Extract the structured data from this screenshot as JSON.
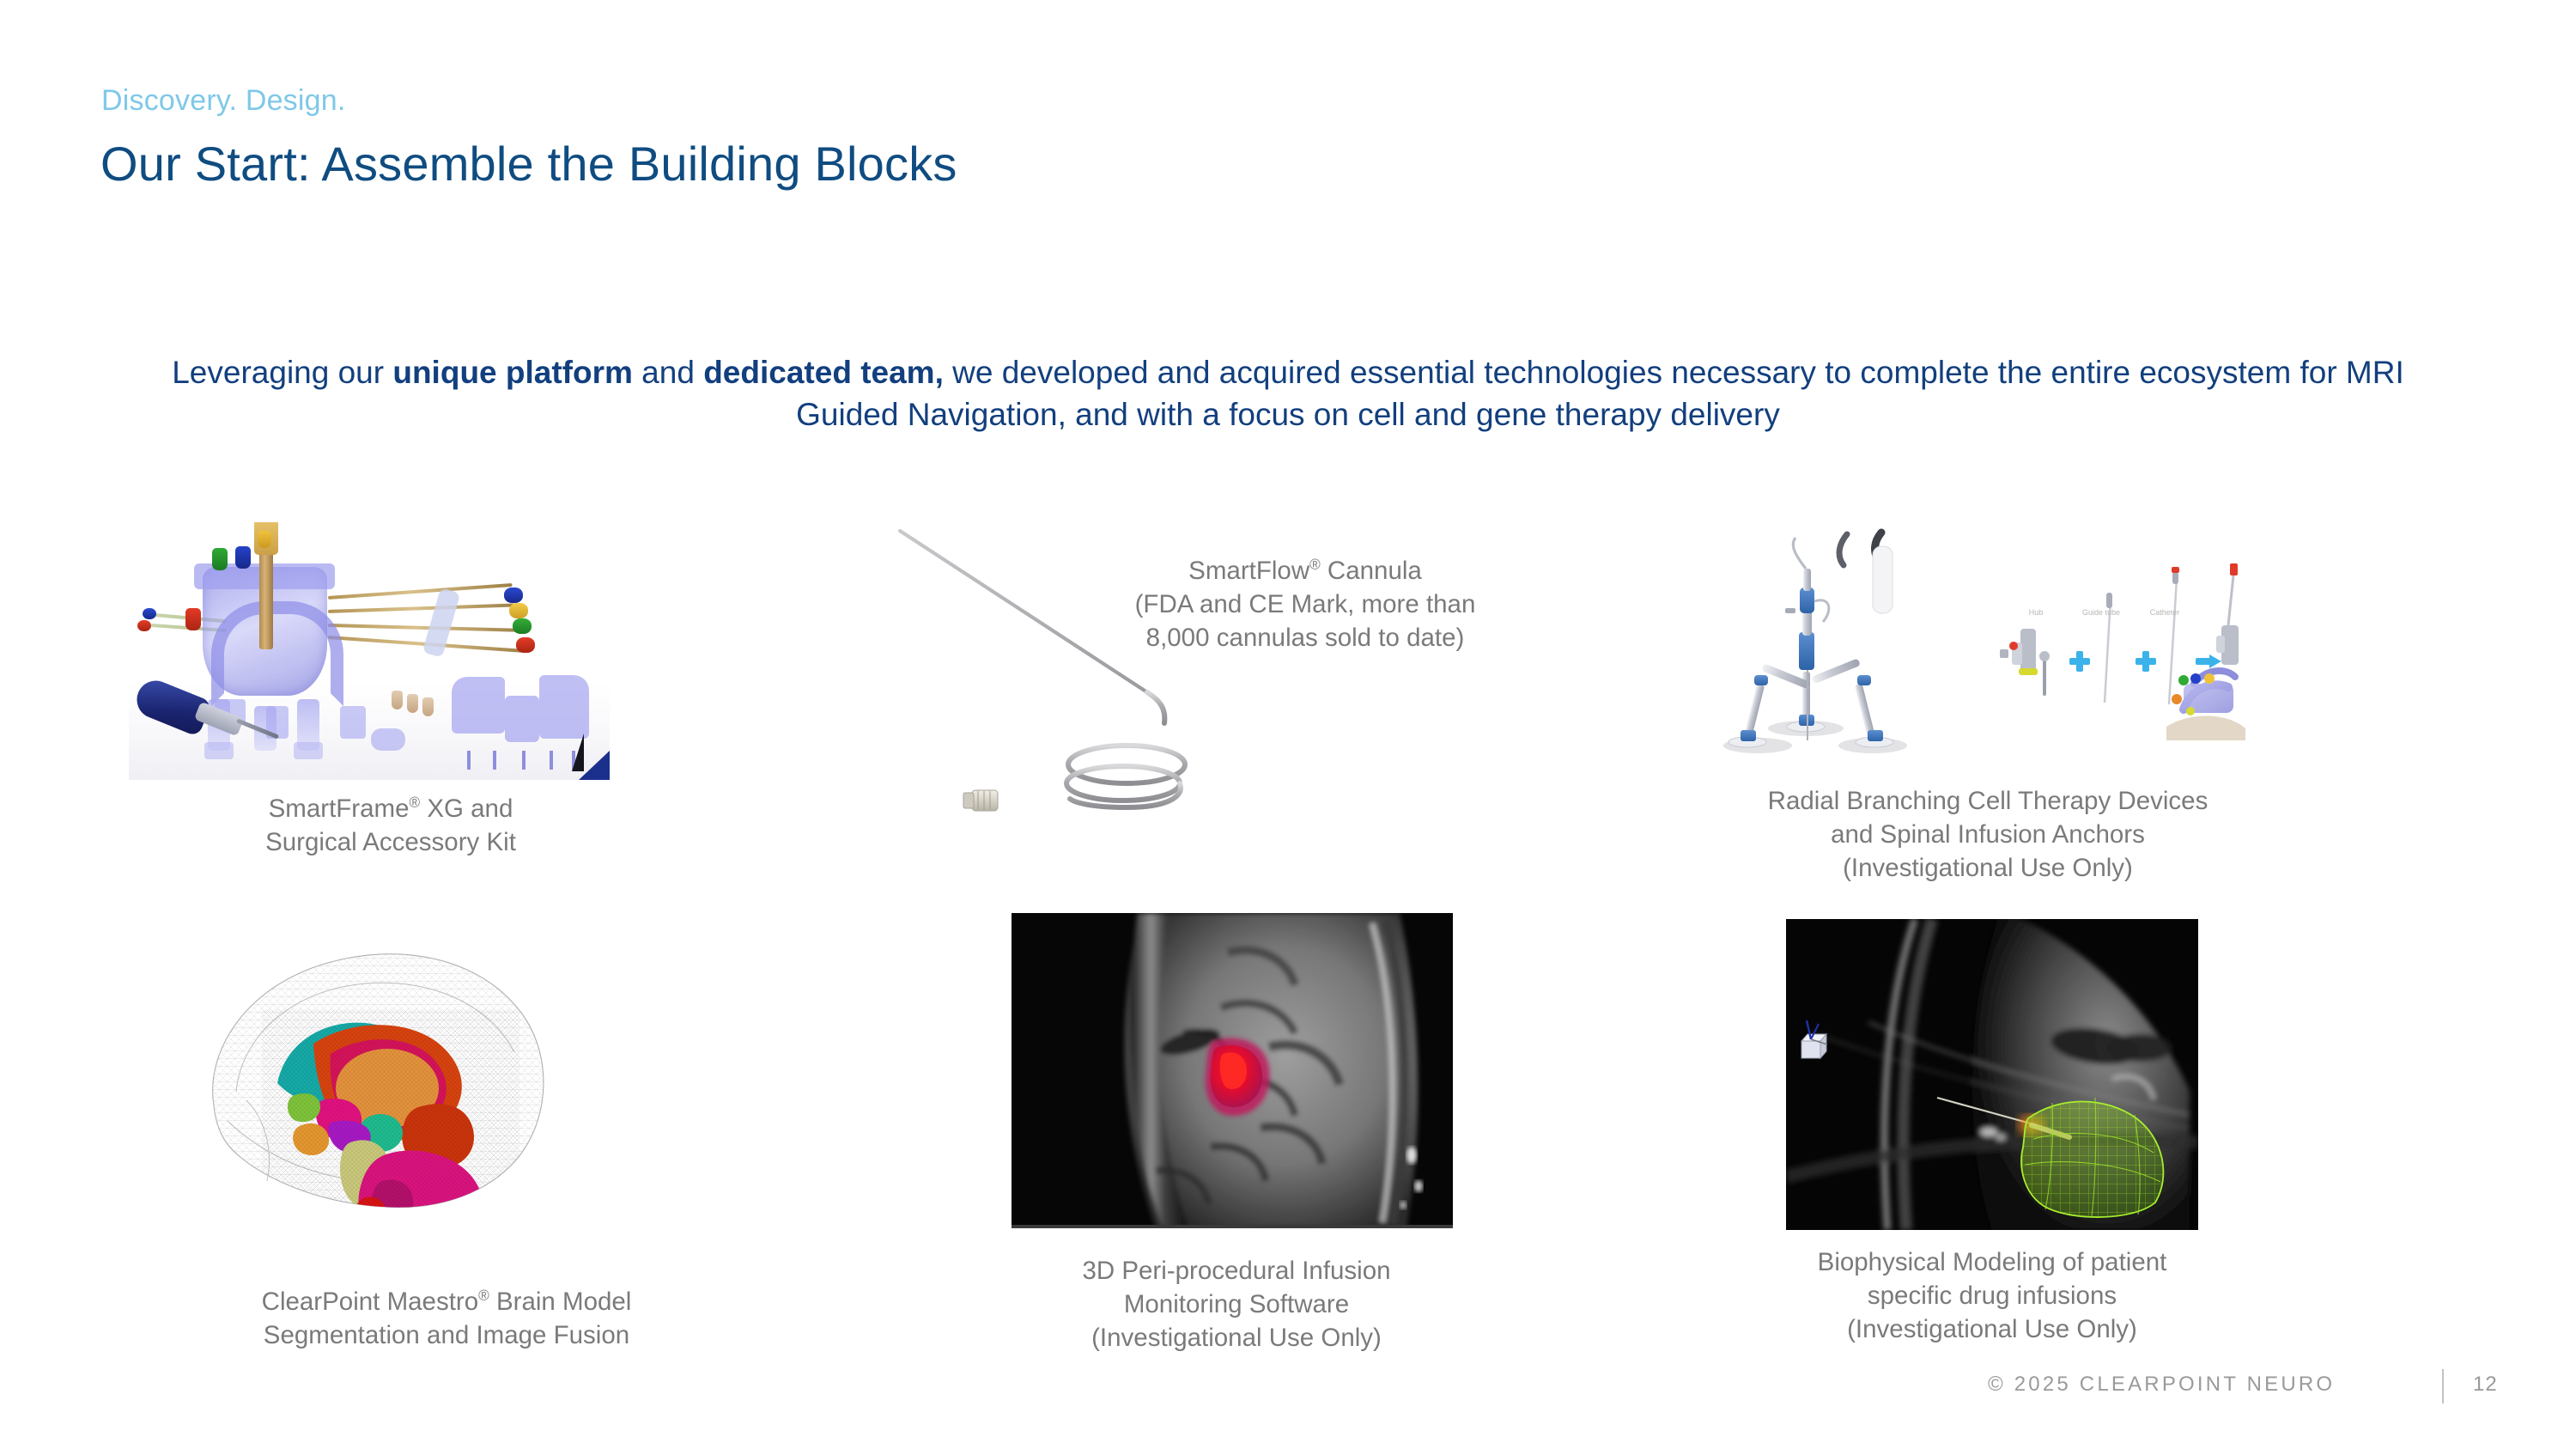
{
  "header": {
    "eyebrow": "Discovery. Design.",
    "title": "Our Start: Assemble the Building Blocks"
  },
  "lead": {
    "part1": "Leveraging our ",
    "bold1": "unique platform",
    "part2": " and ",
    "bold2": "dedicated team,",
    "part3": " we developed and acquired essential technologies necessary to complete the entire ecosystem for MRI Guided Navigation, and with a focus on cell and gene therapy delivery"
  },
  "cards": {
    "smartframe": {
      "caption_line1_a": "SmartFrame",
      "caption_line1_sup": "®",
      "caption_line1_b": " XG and",
      "caption_line2": "Surgical Accessory Kit",
      "image_alt": "smartframe-xg-surgical-accessory-kit-photo"
    },
    "cannula": {
      "caption_line1_a": "SmartFlow",
      "caption_line1_sup": "®",
      "caption_line1_b": " Cannula",
      "caption_line2": "(FDA and CE Mark, more than",
      "caption_line3": "8,000 cannulas sold to date)",
      "image_alt": "smartflow-cannula-photo"
    },
    "anchors": {
      "caption_line1": "Radial Branching Cell Therapy Devices",
      "caption_line2": "and Spinal Infusion Anchors",
      "caption_line3": "(Investigational Use Only)",
      "image_alt": "spinal-infusion-anchor-and-radial-branching-device-diagram",
      "diagram_labels": [
        "Hub",
        "Guide tube",
        "Catheter"
      ]
    },
    "brain": {
      "caption_line1_a": "ClearPoint Maestro",
      "caption_line1_sup": "®",
      "caption_line1_b": " Brain Model",
      "caption_line2": "Segmentation and Image Fusion",
      "image_alt": "maestro-brain-segmentation-3d-model"
    },
    "infusion": {
      "caption_line1": "3D Peri-procedural Infusion",
      "caption_line2": "Monitoring Software",
      "caption_line3": "(Investigational Use Only)",
      "image_alt": "mri-infusion-monitoring-screenshot"
    },
    "biophysical": {
      "caption_line1": "Biophysical Modeling of patient",
      "caption_line2": "specific drug infusions",
      "caption_line3": "(Investigational Use Only)",
      "image_alt": "biophysical-drug-infusion-model-screenshot"
    }
  },
  "footer": {
    "copyright": "© 2025 CLEARPOINT NEURO",
    "page_number": "12"
  },
  "colors": {
    "eyebrow": "#7fc8e8",
    "title": "#0f4c81",
    "body_text": "#123f7e",
    "caption": "#7a7a7a",
    "footer": "#9a9a9a",
    "background": "#ffffff"
  }
}
